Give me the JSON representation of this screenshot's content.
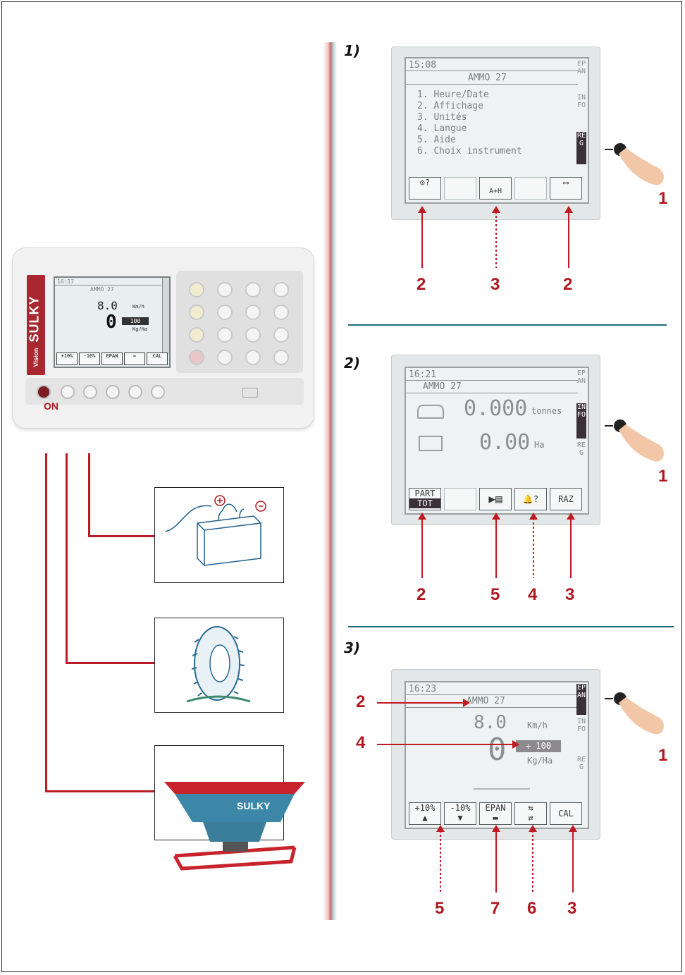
{
  "console": {
    "brand": "SULKY",
    "brand_small": "Vision",
    "on_label": "ON",
    "screen": {
      "time": "16:17",
      "product": "AMMO 27",
      "speed": "8.0",
      "speed_unit": "Km/h",
      "dose": "0",
      "dose_setting": "100",
      "dose_unit": "Kg/Ha",
      "keys": [
        "+10%",
        "-10%",
        "EPAN",
        "",
        "CAL"
      ]
    }
  },
  "steps": [
    {
      "label": "1)",
      "time": "15:08",
      "product": "AMMO 27",
      "menu": [
        "1. Heure/Date",
        "2. Affichage",
        "3. Unités",
        "4. Langue",
        "5. Aide",
        "6. Choix instrument"
      ],
      "tabs": [
        "EPAN",
        "INFO",
        "REG"
      ],
      "active_tab": "REG",
      "keys": [
        "?",
        "",
        "A+H",
        "",
        ""
      ],
      "callouts": [
        "2",
        "3",
        "2"
      ],
      "hand_callout": "1"
    },
    {
      "label": "2)",
      "time": "16:21",
      "product": "AMMO 27",
      "row1_value": "0.000",
      "row1_unit": "tonnes",
      "row2_value": "0.00",
      "row2_unit": "Ha",
      "tabs": [
        "EPAN",
        "INFO",
        "REG"
      ],
      "active_tab": "INFO",
      "keys": [
        "PART",
        "TOT",
        "",
        "?",
        "RAZ"
      ],
      "callouts": [
        "2",
        "5",
        "4",
        "3"
      ],
      "hand_callout": "1"
    },
    {
      "label": "3)",
      "time": "16:23",
      "product": "AMMO 27",
      "speed": "8.0",
      "speed_unit": "Km/h",
      "dose": "0",
      "dose_setting": "100",
      "dose_unit": "Kg/Ha",
      "tabs": [
        "EPAN",
        "INFO",
        "REG"
      ],
      "active_tab": "EPAN",
      "keys": [
        "+10%",
        "-10%",
        "EPAN",
        "",
        "CAL"
      ],
      "callouts_left": [
        "2",
        "4"
      ],
      "callouts": [
        "5",
        "7",
        "6",
        "3"
      ],
      "hand_callout": "1"
    }
  ],
  "spreader_brand": "SULKY",
  "colors": {
    "accent_red": "#b01820",
    "rule_teal": "#1a6f7a"
  }
}
